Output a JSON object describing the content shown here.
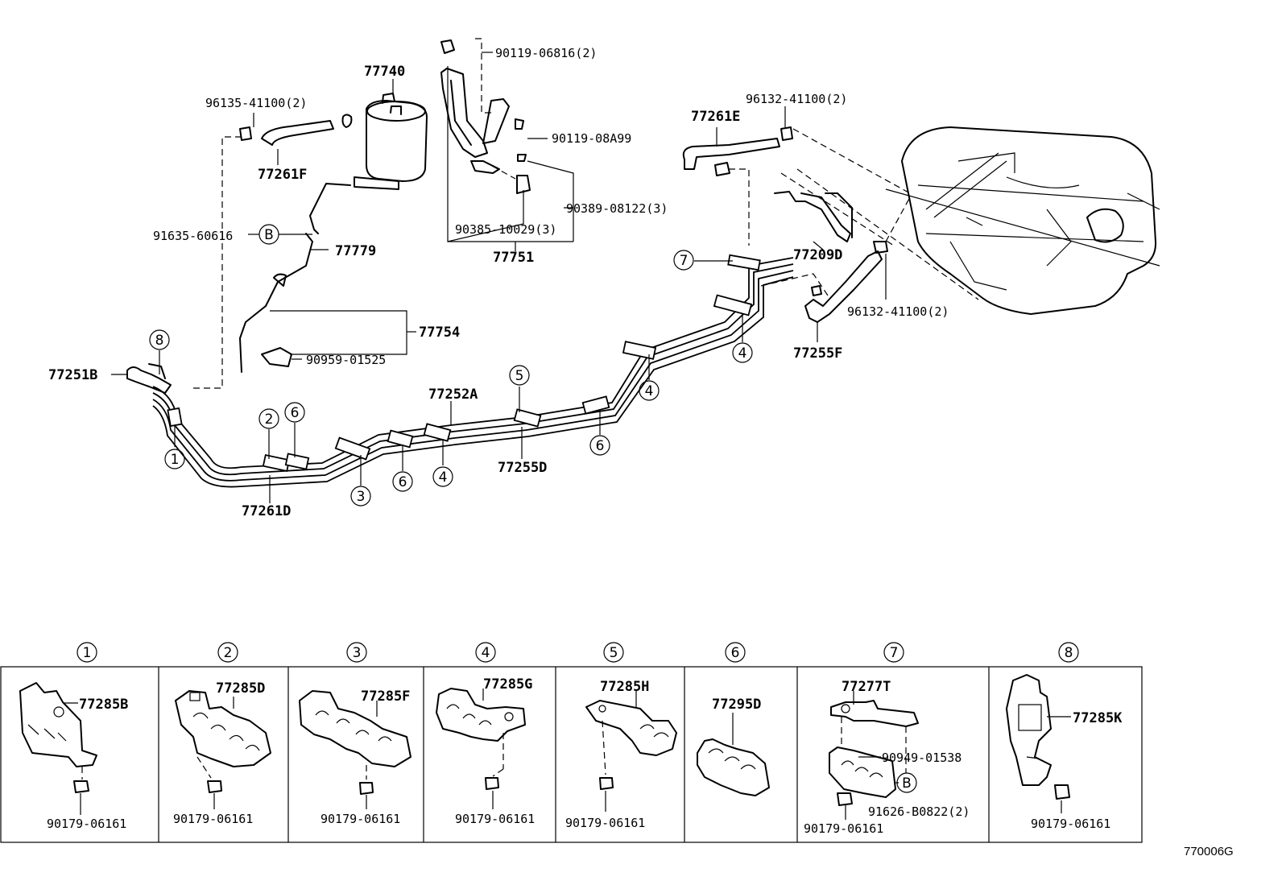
{
  "labels": {
    "p77740": "77740",
    "p96135": "96135-41100(2)",
    "p77261F": "77261F",
    "p91635": "91635-60616",
    "p77779": "77779",
    "p77754": "77754",
    "p90959": "90959-01525",
    "p77251B": "77251B",
    "p77261D": "77261D",
    "p77252A": "77252A",
    "p77255D": "77255D",
    "p90119_06816": "90119-06816(2)",
    "p90119_08A99": "90119-08A99",
    "p90389": "90389-08122(3)",
    "p90385": "90385-10029(3)",
    "p77751": "77751",
    "p96132a": "96132-41100(2)",
    "p77261E": "77261E",
    "p77209D": "77209D",
    "p96132b": "96132-41100(2)",
    "p77255F": "77255F"
  },
  "clamp_markers": {
    "c1": "1",
    "c2": "2",
    "c3": "3",
    "c4": "4",
    "c5": "5",
    "c6": "6",
    "c7": "7",
    "c8": "8",
    "ref_b": "B"
  },
  "detail_panels": [
    {
      "marker": "1",
      "part": "77285B",
      "fastener": "90179-06161"
    },
    {
      "marker": "2",
      "part": "77285D",
      "fastener": "90179-06161"
    },
    {
      "marker": "3",
      "part": "77285F",
      "fastener": "90179-06161"
    },
    {
      "marker": "4",
      "part": "77285G",
      "fastener": "90179-06161"
    },
    {
      "marker": "5",
      "part": "77285H",
      "fastener": "90179-06161"
    },
    {
      "marker": "6",
      "part": "77295D",
      "fastener": ""
    },
    {
      "marker": "7",
      "part": "77277T",
      "fastener": "90179-06161",
      "extra1": "90949-01538",
      "extra2": "91626-B0822(2)",
      "ref": "B"
    },
    {
      "marker": "8",
      "part": "77285K",
      "fastener": "90179-06161"
    }
  ],
  "diagram_code": "770006G"
}
